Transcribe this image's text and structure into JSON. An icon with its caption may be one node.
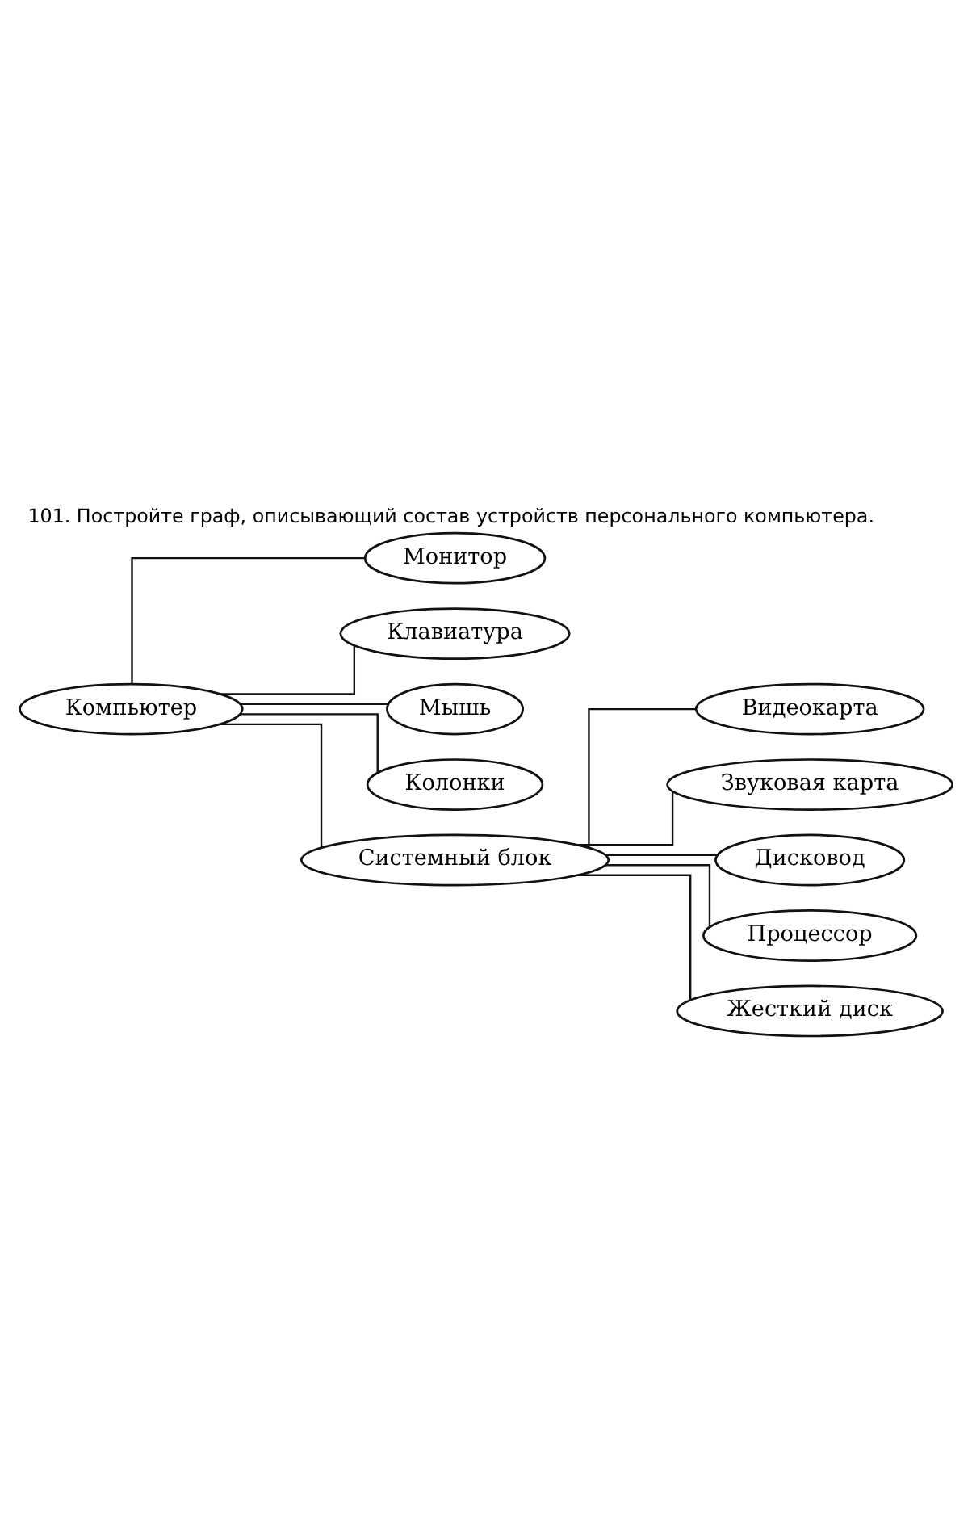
{
  "diagram": {
    "title": "101. Постройте граф, описывающий состав устройств персонального компьютера.",
    "nodes": [
      {
        "text": [
          "Компьютер"
        ]
      },
      {
        "text": [
          "Монитор"
        ]
      },
      {
        "text": [
          "Клавиатура"
        ]
      },
      {
        "text": [
          "Мышь"
        ]
      },
      {
        "text": [
          "Колонки"
        ]
      },
      {
        "text": [
          "Системный блок"
        ]
      },
      {
        "text": [
          "Видеокарта"
        ]
      },
      {
        "text": [
          "Звуковая карта"
        ]
      },
      {
        "text": [
          "Дисковод"
        ]
      },
      {
        "text": [
          "Процессор"
        ]
      },
      {
        "text": [
          "Жесткий диск"
        ]
      }
    ],
    "edges": [
      {
        "from": 0,
        "to": 1,
        "arrow": "none"
      },
      {
        "from": 0,
        "to": 2,
        "arrow": "none"
      },
      {
        "from": 0,
        "to": 3,
        "arrow": "none"
      },
      {
        "from": 0,
        "to": 4,
        "arrow": "none"
      },
      {
        "from": 0,
        "to": 5,
        "arrow": "none"
      },
      {
        "from": 5,
        "to": 6,
        "arrow": "none"
      },
      {
        "from": 5,
        "to": 7,
        "arrow": "none"
      },
      {
        "from": 5,
        "to": 8,
        "arrow": "none"
      },
      {
        "from": 5,
        "to": 9,
        "arrow": "none"
      },
      {
        "from": 5,
        "to": 10,
        "arrow": "none"
      }
    ]
  }
}
